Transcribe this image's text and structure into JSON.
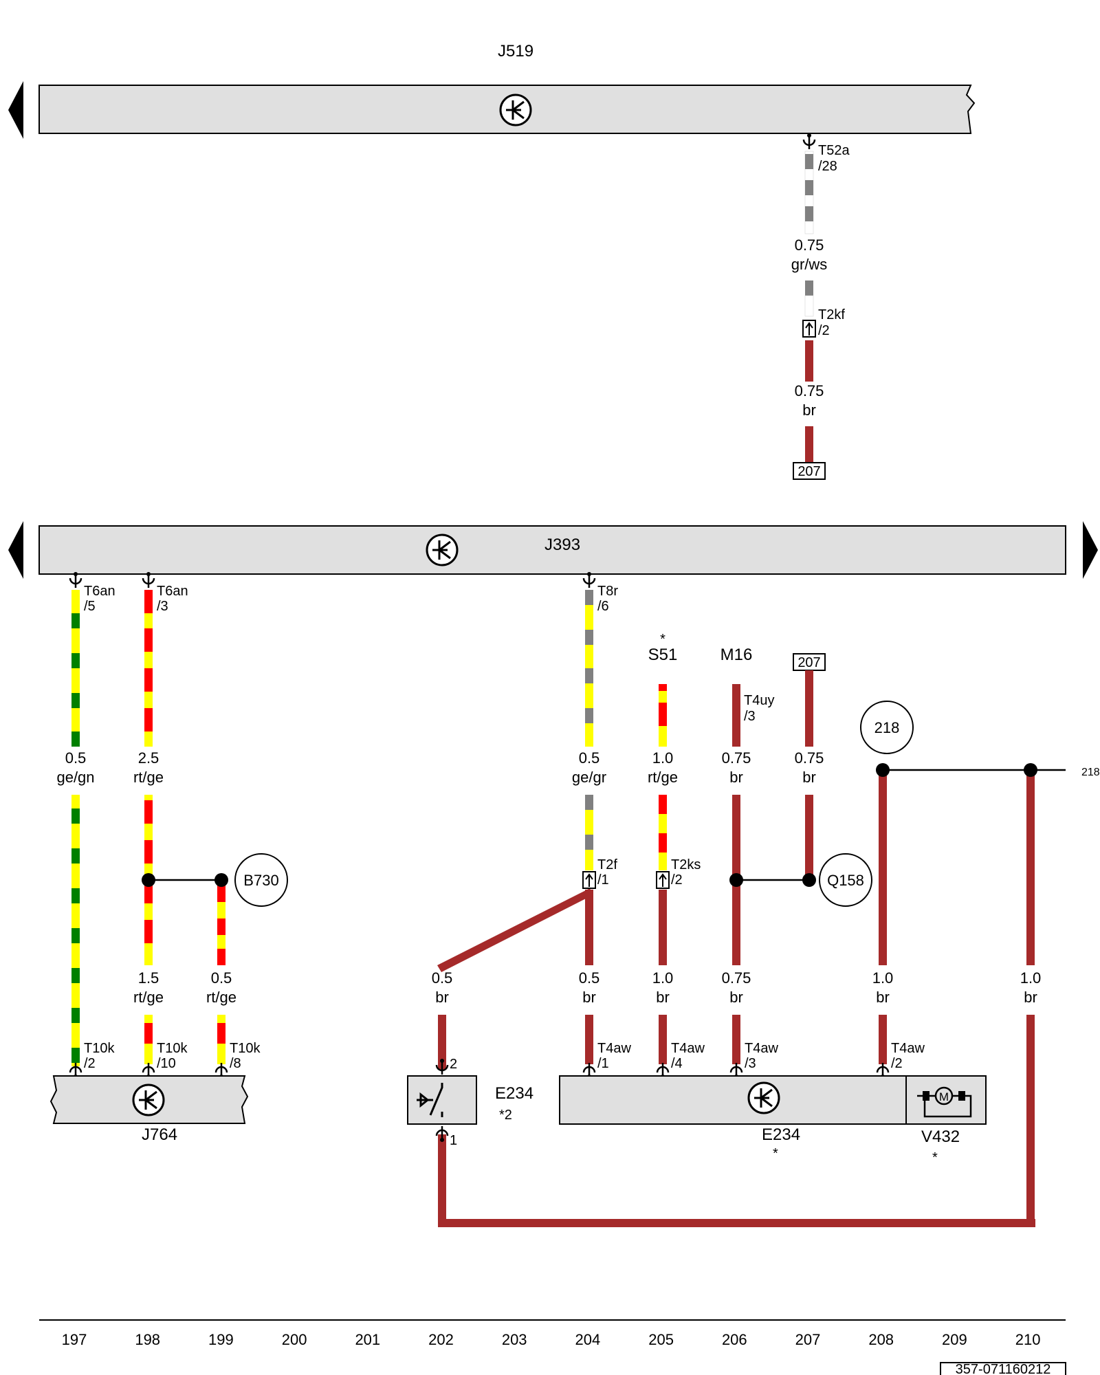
{
  "components": {
    "j519": "J519",
    "j393": "J393",
    "j764": "J764",
    "e234_switch": "E234",
    "e234_switch_note": "*2",
    "e234_unit": "E234",
    "e234_unit_note": "*",
    "v432": "V432",
    "v432_note": "*",
    "motor_letter": "M",
    "s51": "S51",
    "s51_note": "*",
    "m16": "M16"
  },
  "refs": {
    "b730": "B730",
    "q158": "Q158",
    "r218": "218",
    "edge218": "218",
    "box207_top": "207",
    "box207_mid": "207"
  },
  "wire_labels": [
    {
      "id": "w207a",
      "size": "0.75",
      "color": "gr/ws"
    },
    {
      "id": "w207b",
      "size": "0.75",
      "color": "br"
    },
    {
      "id": "w197a",
      "size": "0.5",
      "color": "ge/gn"
    },
    {
      "id": "w198a",
      "size": "2.5",
      "color": "rt/ge"
    },
    {
      "id": "w204a",
      "size": "0.5",
      "color": "ge/gr"
    },
    {
      "id": "w205a",
      "size": "1.0",
      "color": "rt/ge"
    },
    {
      "id": "w206a",
      "size": "0.75",
      "color": "br"
    },
    {
      "id": "w207c",
      "size": "0.75",
      "color": "br"
    },
    {
      "id": "w198b",
      "size": "1.5",
      "color": "rt/ge"
    },
    {
      "id": "w199b",
      "size": "0.5",
      "color": "rt/ge"
    },
    {
      "id": "w202b",
      "size": "0.5",
      "color": "br"
    },
    {
      "id": "w204b",
      "size": "0.5",
      "color": "br"
    },
    {
      "id": "w205b",
      "size": "1.0",
      "color": "br"
    },
    {
      "id": "w206b",
      "size": "0.75",
      "color": "br"
    },
    {
      "id": "w208b",
      "size": "1.0",
      "color": "br"
    },
    {
      "id": "w210b",
      "size": "1.0",
      "color": "br"
    }
  ],
  "pins": {
    "t52a": [
      "T52a",
      "/28"
    ],
    "t2kf": [
      "T2kf",
      "/2"
    ],
    "t6an5": [
      "T6an",
      "/5"
    ],
    "t6an3": [
      "T6an",
      "/3"
    ],
    "t8r": [
      "T8r",
      "/6"
    ],
    "t4uy": [
      "T4uy",
      "/3"
    ],
    "t2f": [
      "T2f",
      "/1"
    ],
    "t2ks": [
      "T2ks",
      "/2"
    ],
    "t10k2": [
      "T10k",
      "/2"
    ],
    "t10k10": [
      "T10k",
      "/10"
    ],
    "t10k8": [
      "T10k",
      "/8"
    ],
    "t4aw1": [
      "T4aw",
      "/1"
    ],
    "t4aw4": [
      "T4aw",
      "/4"
    ],
    "t4aw3": [
      "T4aw",
      "/3"
    ],
    "t4aw2": [
      "T4aw",
      "/2"
    ],
    "sw2": "2",
    "sw1": "1"
  },
  "grid_numbers": [
    "197",
    "198",
    "199",
    "200",
    "201",
    "202",
    "203",
    "204",
    "205",
    "206",
    "207",
    "208",
    "209",
    "210"
  ],
  "doc_id": "357-071160212",
  "wire_colors": {
    "br": "#a52a2a",
    "rt": "#ff0000",
    "ge": "#ffff00",
    "gn": "#008000",
    "gr": "#808080",
    "ws": "#ffffff"
  }
}
